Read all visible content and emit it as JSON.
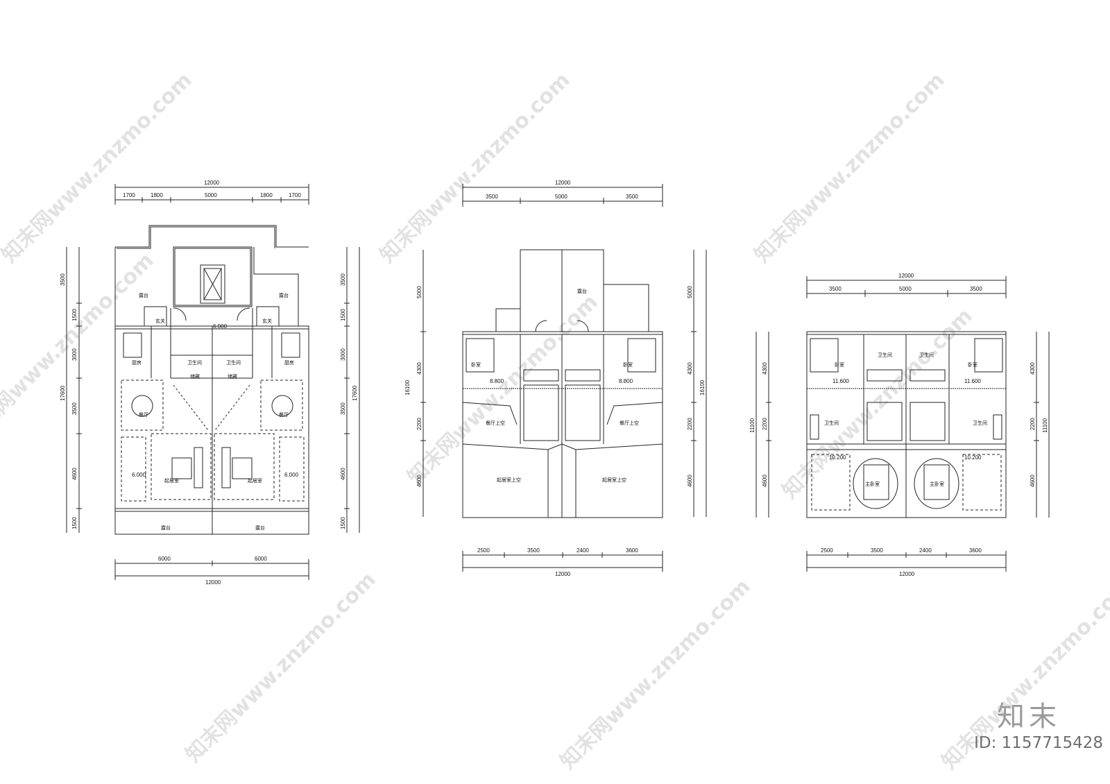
{
  "watermark": {
    "text": "知末网www.znzmo.com",
    "brand": "知末",
    "id_label": "ID: 1157715428"
  },
  "plans": {
    "plan1": {
      "top_total": "12000",
      "top_segments": [
        "1700",
        "1800",
        "5000",
        "1800",
        "1700"
      ],
      "bottom_segments": [
        "6000",
        "6000"
      ],
      "bottom_total": "12000",
      "side_segments": [
        "3500",
        "1500",
        "3000",
        "3500",
        "4600",
        "1500"
      ],
      "side_total": "17600",
      "rooms": {
        "terrace_tl": "露台",
        "terrace_tr": "露台",
        "foyer_l": "玄关",
        "foyer_r": "玄关",
        "kitchen_l": "厨房",
        "kitchen_r": "厨房",
        "bath_l": "卫生间",
        "bath_r": "卫生间",
        "storage_l": "储藏",
        "storage_r": "储藏",
        "dining_l": "餐厅",
        "dining_r": "餐厅",
        "living_l": "起居室",
        "living_r": "起居室",
        "terrace_bl": "露台",
        "terrace_br": "露台"
      },
      "elevations": {
        "center": "6.000",
        "left": "6.000",
        "right": "6.000"
      }
    },
    "plan2": {
      "top_total": "12000",
      "top_segments": [
        "3500",
        "5000",
        "3500"
      ],
      "bottom_segments": [
        "2500",
        "3500",
        "2400",
        "3600"
      ],
      "bottom_total": "12000",
      "side_segments": [
        "5000",
        "4300",
        "2200",
        "4600"
      ],
      "side_total": "16100",
      "rooms": {
        "terrace": "露台",
        "bed_l": "卧室",
        "bed_r": "卧室",
        "dining_void_l": "餐厅上空",
        "dining_void_r": "餐厅上空",
        "living_void_l": "起居室上空",
        "living_void_r": "起居室上空"
      },
      "elevations": {
        "left": "8.800",
        "right": "8.800"
      }
    },
    "plan3": {
      "top_total": "12000",
      "top_segments": [
        "3500",
        "5000",
        "3500"
      ],
      "bottom_segments": [
        "2500",
        "3500",
        "2400",
        "3600"
      ],
      "bottom_total": "12000",
      "side_segments": [
        "4300",
        "2200",
        "4600"
      ],
      "side_total": "11100",
      "rooms": {
        "bed_l": "卧室",
        "bed_r": "卧室",
        "bath_tl": "卫生间",
        "bath_tr": "卫生间",
        "bath_ml": "卫生间",
        "bath_mr": "卫生间",
        "master_l": "主卧室",
        "master_r": "主卧室"
      },
      "elevations": {
        "top_l": "11.600",
        "top_r": "11.600",
        "bot_l": "10.200",
        "bot_r": "10.200"
      }
    }
  }
}
